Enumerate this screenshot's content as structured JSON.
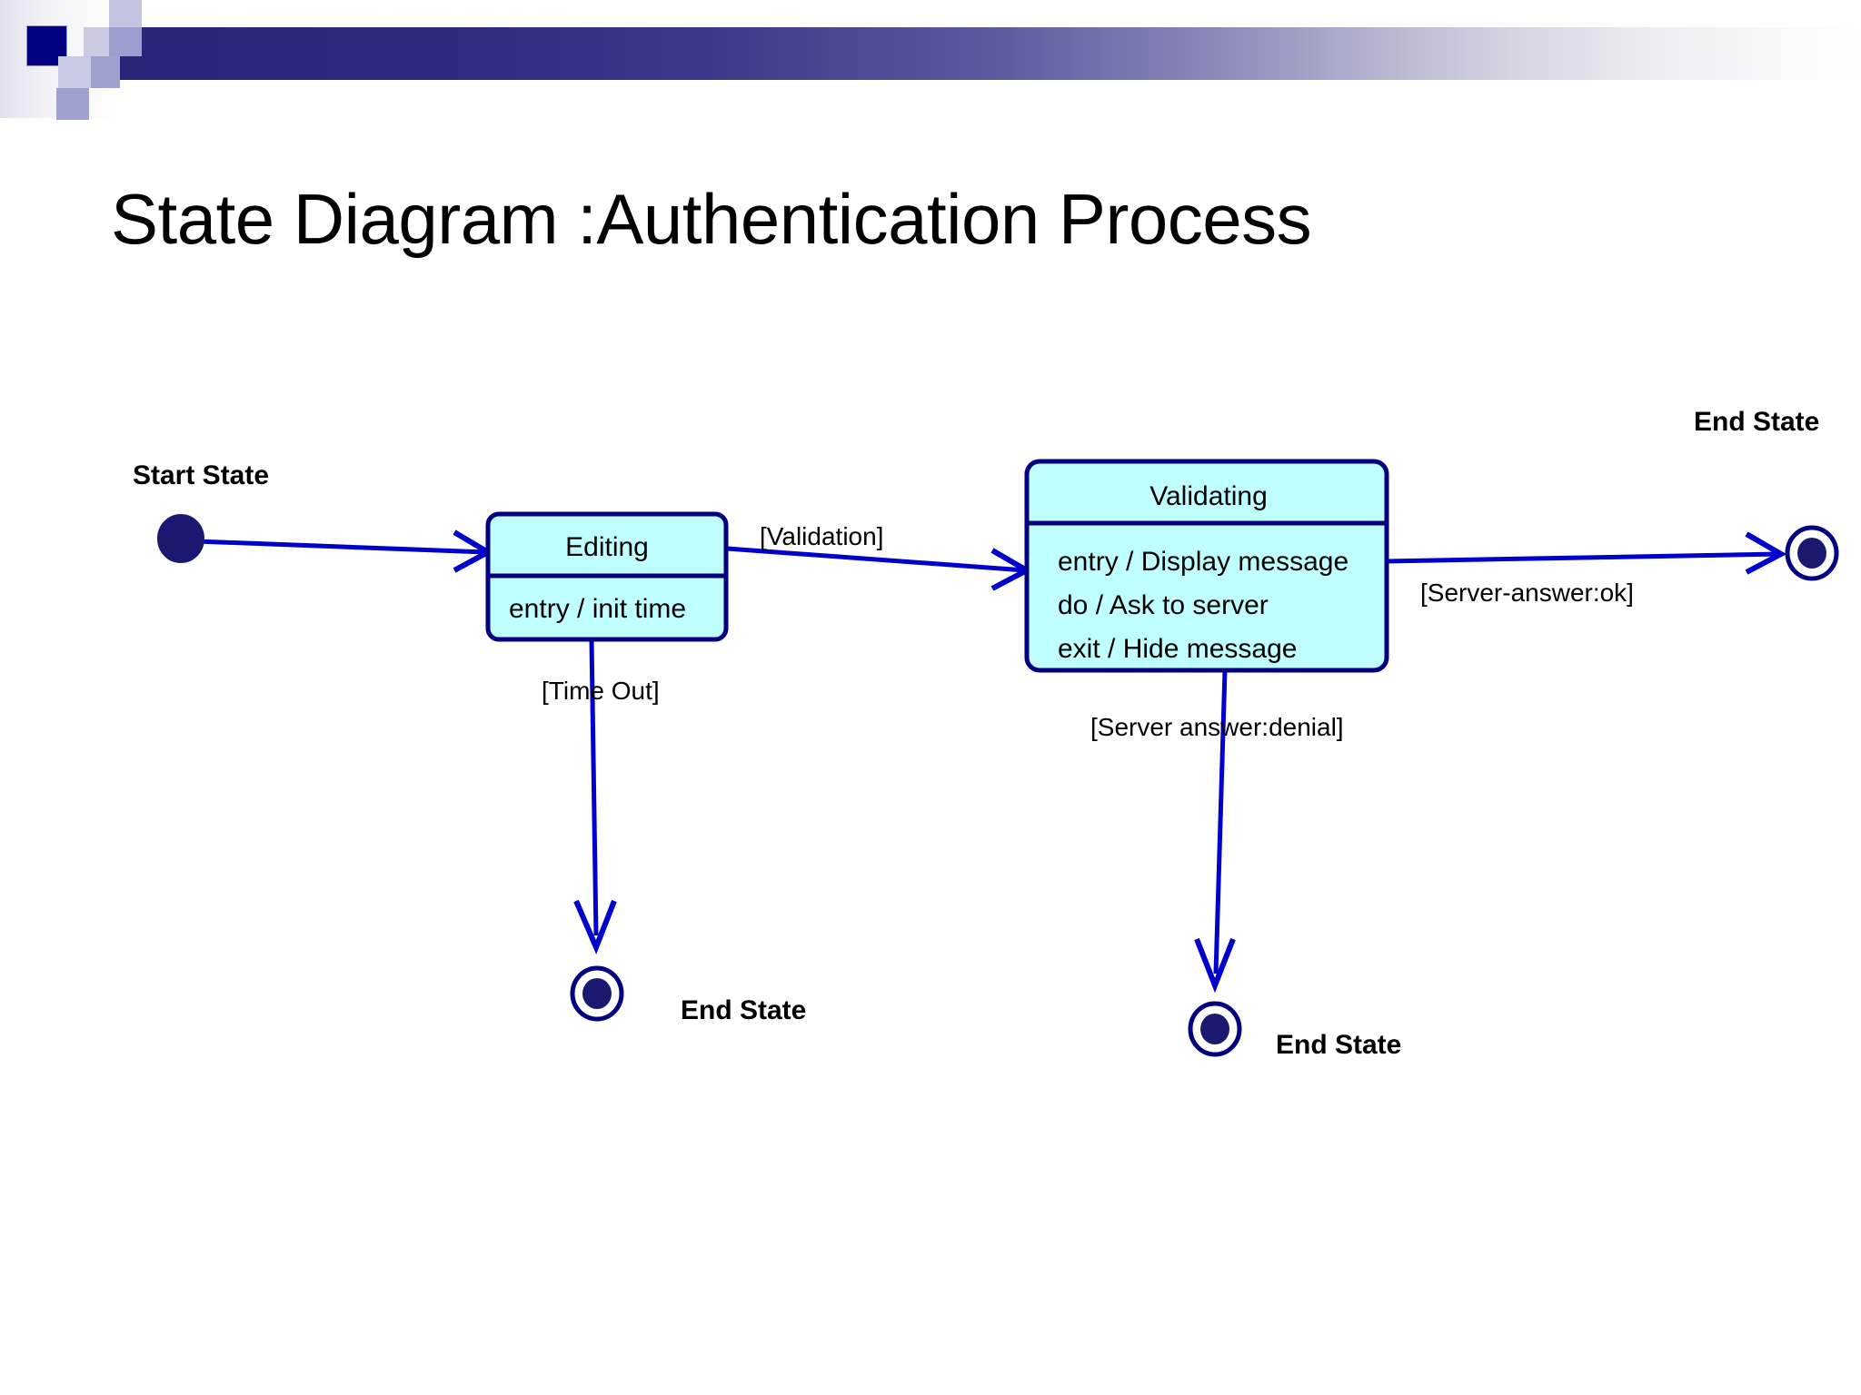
{
  "slide": {
    "title": "State Diagram :Authentication Process",
    "background_color": "#ffffff"
  },
  "theme": {
    "band_dark": "#27267a",
    "band_accent": "#000080",
    "state_fill": "#BFFFFF",
    "state_border": "#000080",
    "connector": "#0000CC",
    "text": "#000000"
  },
  "diagram": {
    "type": "uml-state-diagram",
    "start_state": {
      "label": "Start State",
      "marker": "filled-circle"
    },
    "states": [
      {
        "id": "editing",
        "name": "Editing",
        "activities": [
          "entry / init time"
        ]
      },
      {
        "id": "validating",
        "name": "Validating",
        "activities": [
          "entry / Display message",
          "do / Ask to server",
          "exit / Hide message"
        ]
      }
    ],
    "end_states": [
      {
        "id": "end-top-right",
        "label": "End State",
        "marker": "bullseye"
      },
      {
        "id": "end-editing",
        "label": "End State",
        "marker": "bullseye"
      },
      {
        "id": "end-validating",
        "label": "End State",
        "marker": "bullseye"
      }
    ],
    "transitions": [
      {
        "id": "t-start-editing",
        "from": "start",
        "to": "editing",
        "guard": ""
      },
      {
        "id": "t-editing-validating",
        "from": "editing",
        "to": "validating",
        "guard": "[Validation]"
      },
      {
        "id": "t-editing-end",
        "from": "editing",
        "to": "end-editing",
        "guard": "[Time Out]"
      },
      {
        "id": "t-validating-end-ok",
        "from": "validating",
        "to": "end-top-right",
        "guard": "[Server-answer:ok]"
      },
      {
        "id": "t-validating-end-deny",
        "from": "validating",
        "to": "end-validating",
        "guard": "[Server answer:denial]"
      }
    ]
  }
}
